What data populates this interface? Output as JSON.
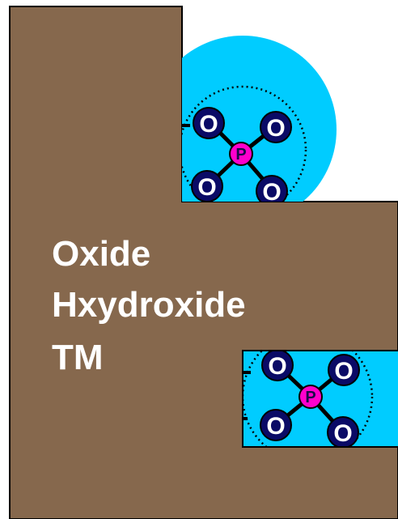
{
  "colors": {
    "substrate": "#86684d",
    "sphere": "#00ccff",
    "oxygen_ring": "#0a0a66",
    "oxygen_core": "#ffffff",
    "phosphorus": "#ff00cc",
    "outline": "#000000"
  },
  "substrate_label": {
    "line1": "Oxide",
    "line2": "Hxydroxide",
    "line3": "TM"
  },
  "phosphate_upper": {
    "oxygens": [
      "O",
      "O",
      "O",
      "O"
    ],
    "center": "P"
  },
  "phosphate_lower": {
    "oxygens": [
      "O",
      "O",
      "O",
      "O"
    ],
    "center": "P"
  }
}
